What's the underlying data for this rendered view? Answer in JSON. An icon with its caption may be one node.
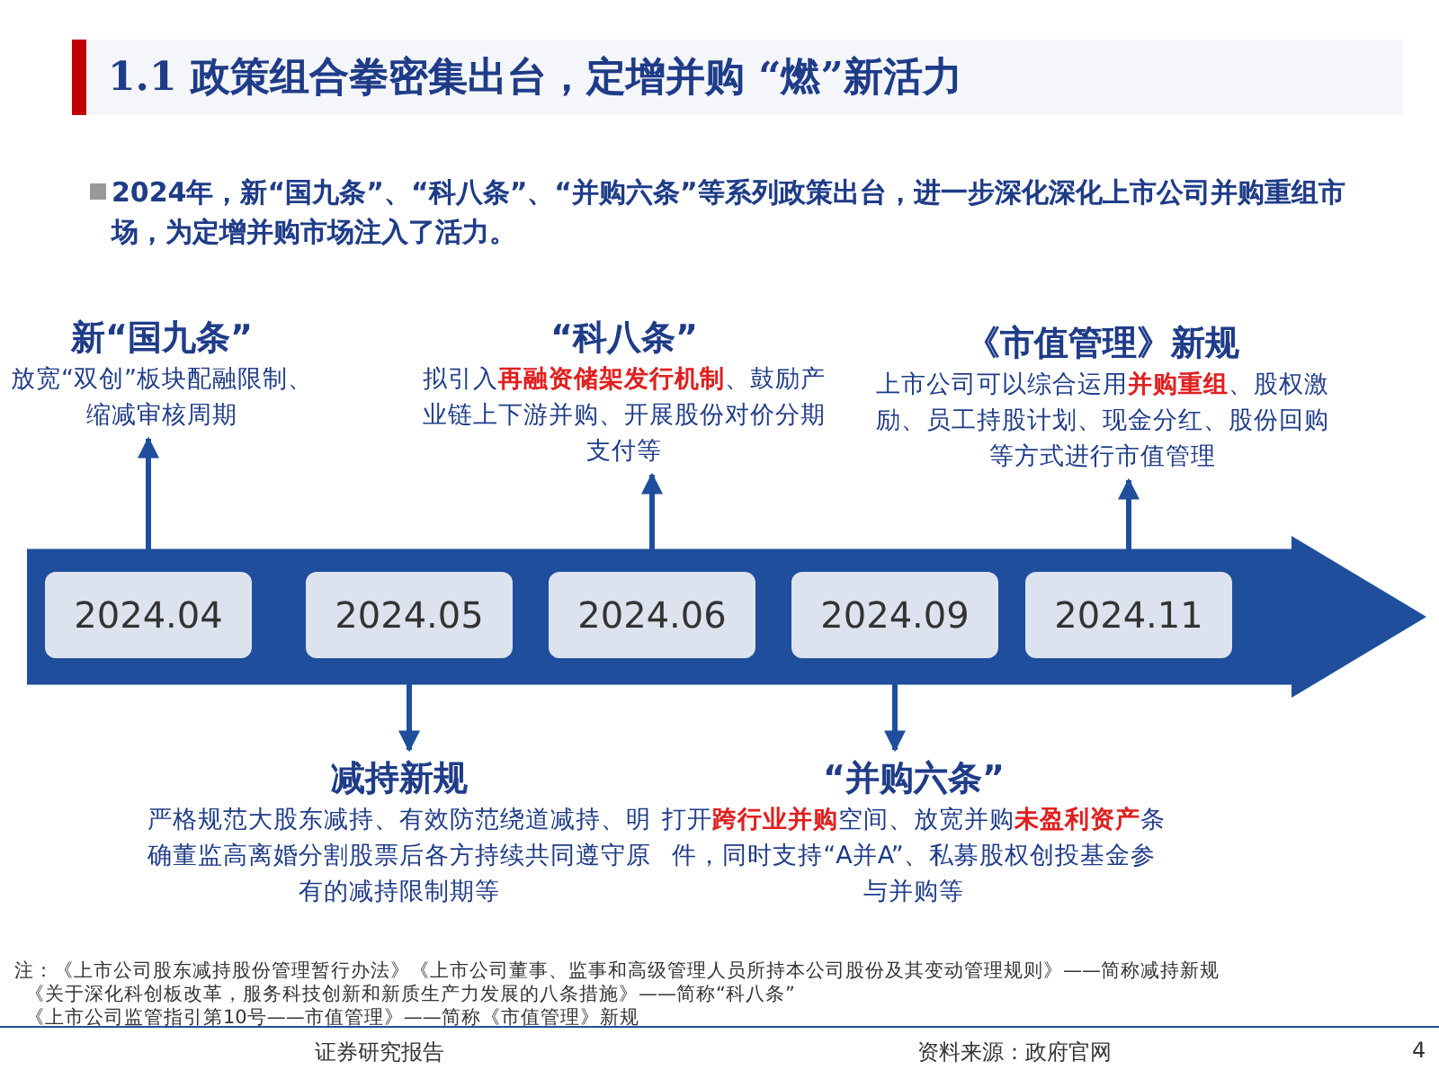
{
  "diagram": {
    "title": "1.1 政策组合拳密集出台，定增并购 “燃”新活力",
    "nodes": [
      {
        "text": [],
        "shape": "arrow"
      },
      {
        "text": [
          "2024.04"
        ],
        "in": 0
      },
      {
        "text": [
          "2024.05"
        ],
        "in": 0
      },
      {
        "text": [
          "2024.06"
        ],
        "in": 0
      },
      {
        "text": [
          "2024.09"
        ],
        "in": 0
      },
      {
        "text": [
          "2024.11"
        ],
        "in": 0
      },
      {
        "text": [
          "新“国九条”",
          "放宽“双创”板块配融限制、缩减审核周期"
        ]
      },
      {
        "text": [
          "“科八条”",
          "拟引入**再融资储架发行机制**、鼓励产业链上下游并购、开展股份对价分期支付等"
        ]
      },
      {
        "text": [
          "《市值管理》新规",
          "上市公司可以综合运用**并购重组**、股权激励、员工持股计划、现金分红、股份回购等方式进行市值管理"
        ]
      },
      {
        "text": [
          "减持新规",
          "严格规范大股东减持、有效防范绕道减持、明确董监高离婚分割股票后各方持续共同遵守原有的减持限制期等"
        ]
      },
      {
        "text": [
          "“并购六条”",
          "打开**跨行业并购**空间、放宽并购**未盈利资产**条件，同时支持“A并A”、私募股权创投基金参与并购等"
        ]
      }
    ],
    "edges": [
      {
        "from": 1,
        "to": 6,
        "arrow": "to"
      },
      {
        "from": 3,
        "to": 7,
        "arrow": "to"
      },
      {
        "from": 5,
        "to": 8,
        "arrow": "to"
      },
      {
        "from": 2,
        "to": 9,
        "arrow": "to"
      },
      {
        "from": 4,
        "to": 10,
        "arrow": "to"
      }
    ],
    "labels": [
      "2024年，新“国九条”、“科八条”、“并购六条”等系列政策出台，进一步深化深化上市公司并购重组市场，为定增并购市场注入了活力。",
      "注：《上市公司股东减持股份管理暂行办法》《上市公司董事、监事和高级管理人员所持本公司股份及其变动管理规则》——简称减持新规",
      "《关于深化科创板改革，服务科技创新和新质生产力发展的八条措施》——简称“科八条”",
      "《上市公司监管指引第10号——市值管理》——简称《市值管理》新规",
      "证券研究报告",
      "资料来源：政府官网",
      "4"
    ]
  }
}
